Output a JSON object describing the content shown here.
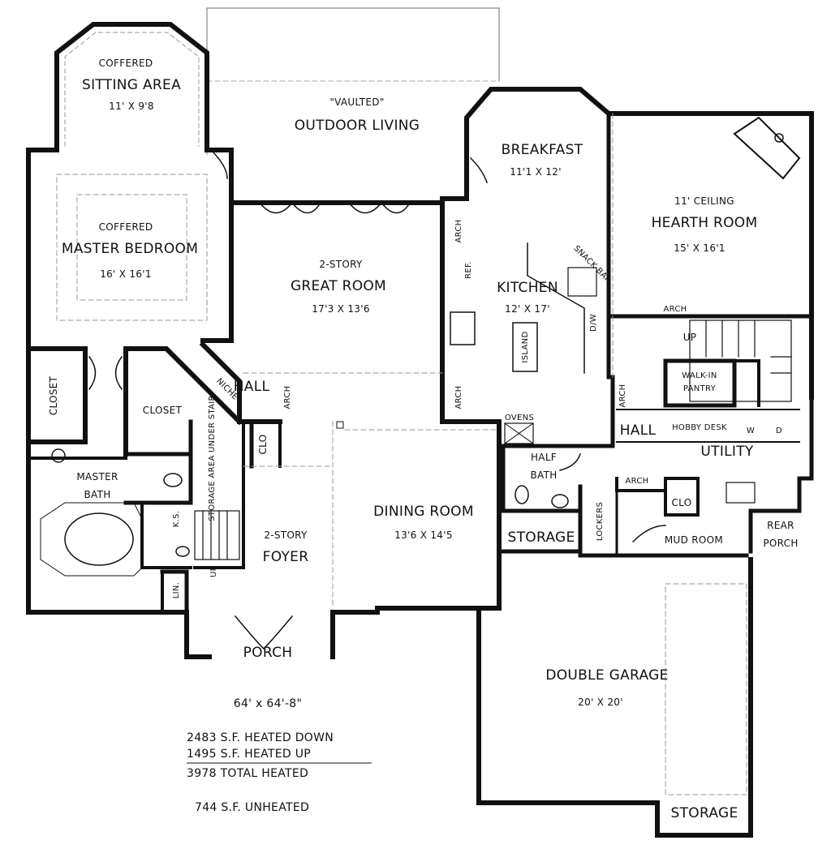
{
  "rooms": {
    "sitting": {
      "line1": "COFFERED",
      "line2": "SITTING AREA",
      "dims": "11' X 9'8"
    },
    "outdoor": {
      "line1": "\"VAULTED\"",
      "line2": "OUTDOOR LIVING"
    },
    "breakfast": {
      "name": "BREAKFAST",
      "dims": "11'1 X 12'"
    },
    "hearth": {
      "line1": "11' CEILING",
      "line2": "HEARTH ROOM",
      "dims": "15' X 16'1"
    },
    "master_bedroom": {
      "line1": "COFFERED",
      "line2": "MASTER BEDROOM",
      "dims": "16' X 16'1"
    },
    "great_room": {
      "line1": "2-STORY",
      "line2": "GREAT ROOM",
      "dims": "17'3 X 13'6"
    },
    "kitchen": {
      "name": "KITCHEN",
      "dims": "12' X 17'"
    },
    "master_bath": {
      "line1": "MASTER",
      "line2": "BATH"
    },
    "foyer": {
      "line1": "2-STORY",
      "line2": "FOYER"
    },
    "dining": {
      "name": "DINING ROOM",
      "dims": "13'6 X 14'5"
    },
    "garage": {
      "name": "DOUBLE GARAGE",
      "dims": "20' X 20'"
    },
    "porch": "PORCH",
    "closet_left": "CLOSET",
    "closet_main": "CLOSET",
    "hall_left": "HALL",
    "hall_right": "HALL",
    "clo_foyer": "CLO",
    "clo_mud": "CLO",
    "storage_stair": "STORAGE AREA UNDER STAIR",
    "niche": "NICHE",
    "arch": "ARCH",
    "ref": "REF.",
    "island": "ISLAND",
    "snack_bar": "SNACK BAR",
    "dw": "D/W",
    "ovens": "OVENS",
    "half_bath": {
      "line1": "HALF",
      "line2": "BATH"
    },
    "storage_mid": "STORAGE",
    "storage_garage": "STORAGE",
    "lockers": "LOCKERS",
    "mud_room": "MUD ROOM",
    "rear_porch": {
      "line1": "REAR",
      "line2": "PORCH"
    },
    "utility": "UTILITY",
    "hobby_desk": "HOBBY DESK",
    "walkin_pantry": {
      "line1": "WALK-IN",
      "line2": "PANTRY"
    },
    "up": "UP",
    "ks": "K.S.",
    "lin": "LIN.",
    "washer": "W",
    "dryer": "D"
  },
  "summary": {
    "overall": "64' x 64'-8\"",
    "heated_down": "2483 S.F. HEATED DOWN",
    "heated_up": "1495 S.F. HEATED UP",
    "total_heated": "3978 TOTAL HEATED",
    "unheated": "744 S.F. UNHEATED"
  }
}
